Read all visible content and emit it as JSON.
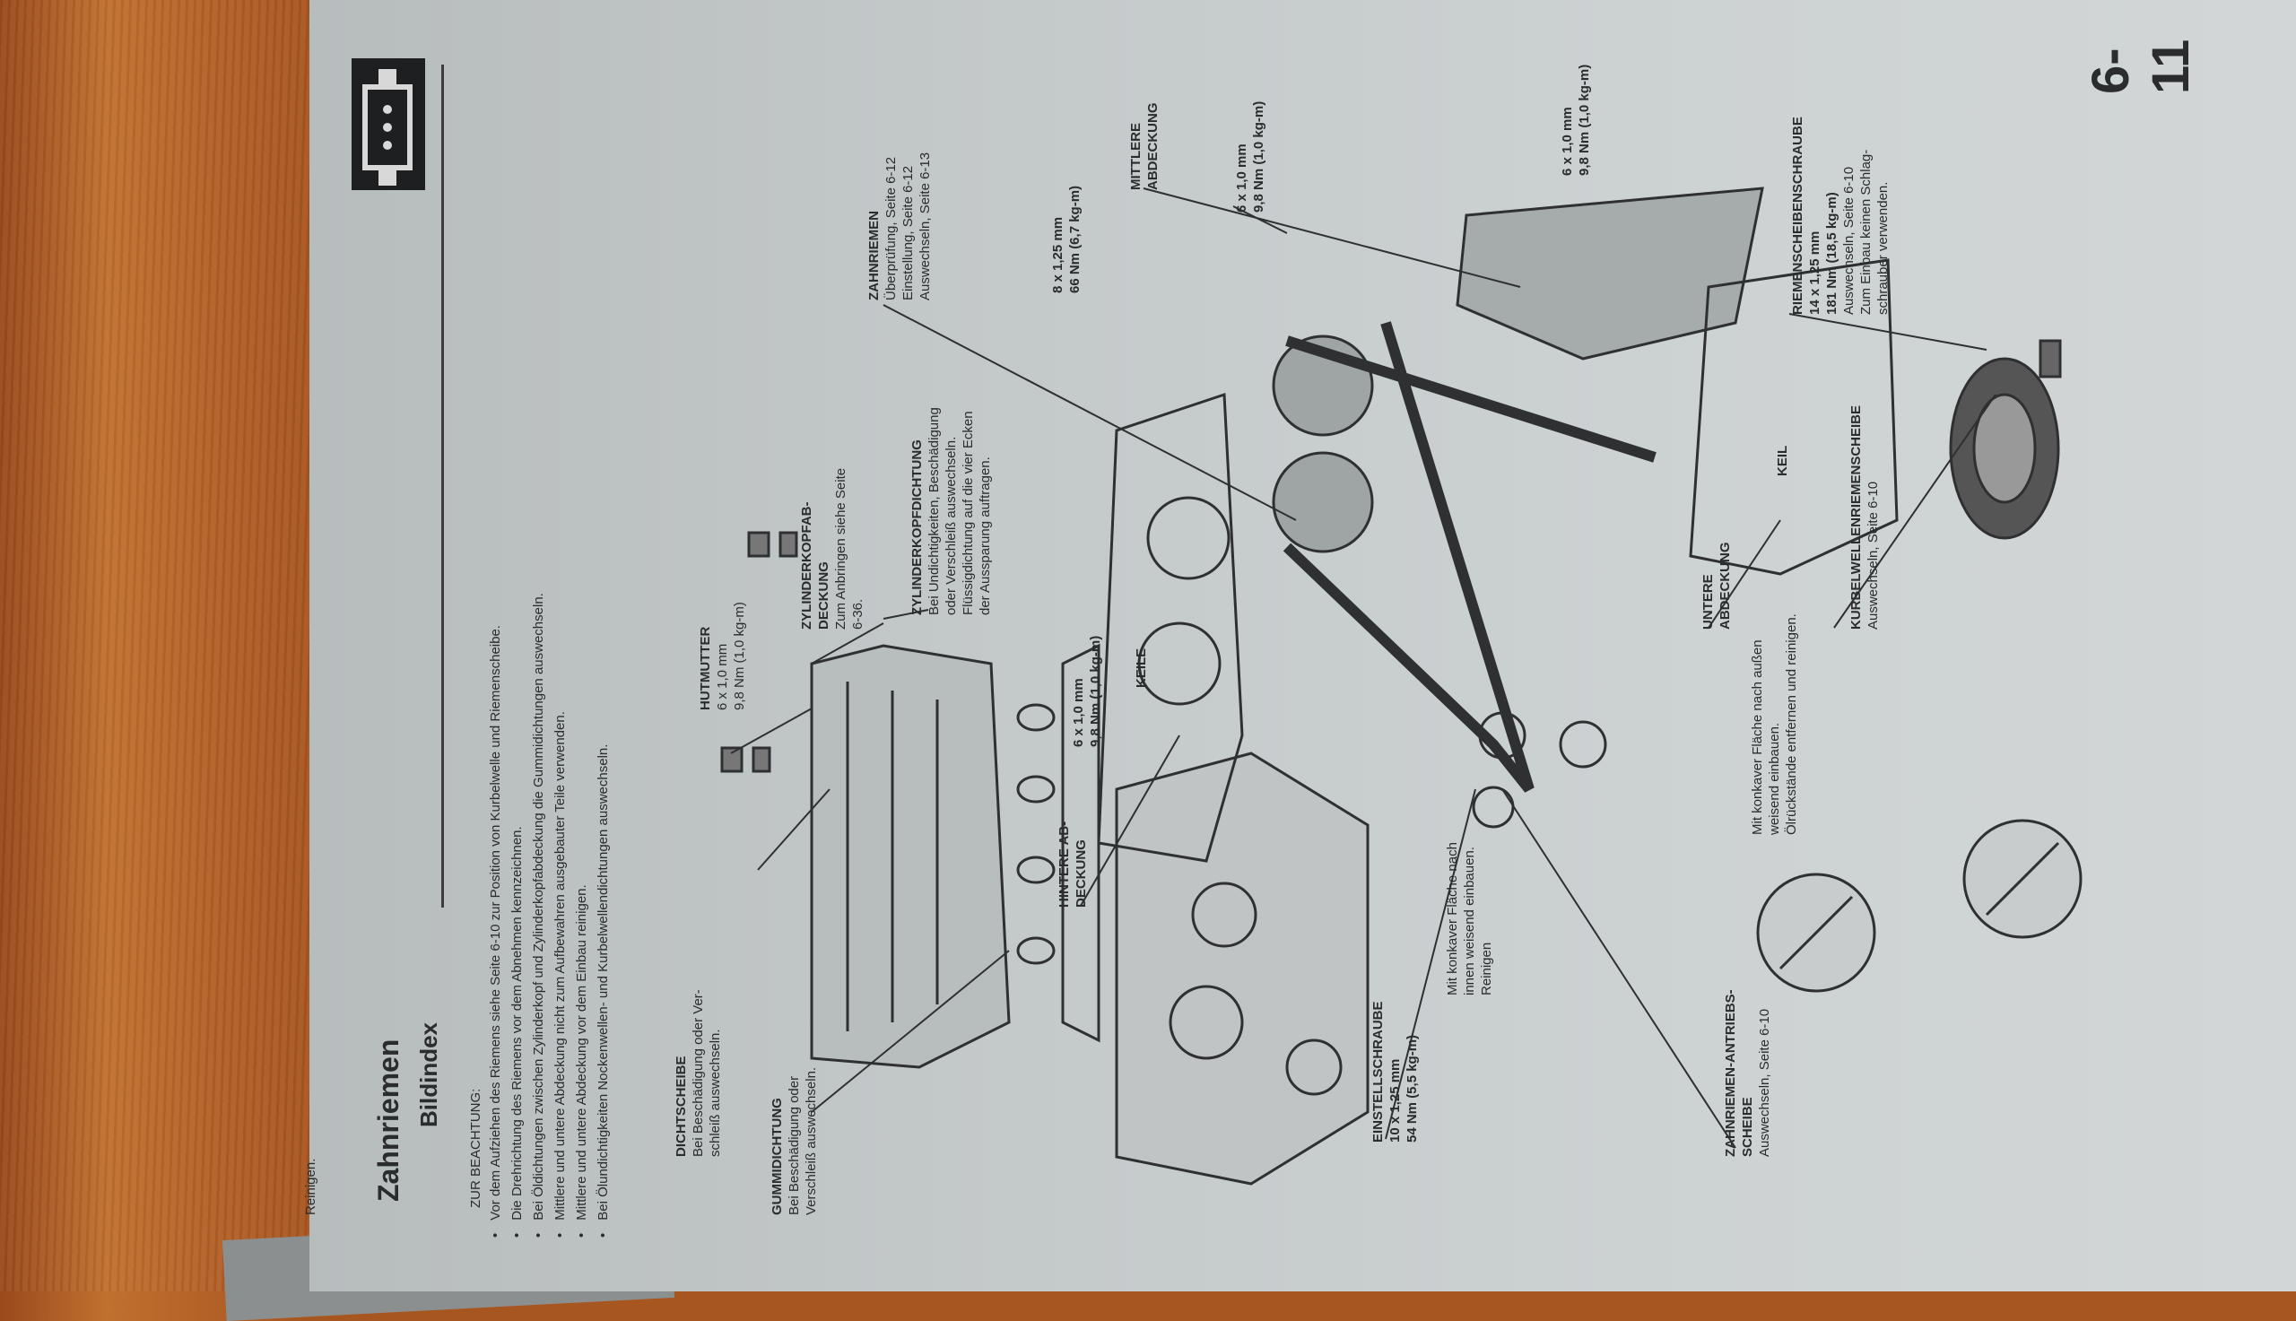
{
  "page": {
    "title": "Zahnriemen",
    "subtitle": "Bildindex",
    "page_number": "6-11",
    "icon": "engine-icon",
    "notice_heading": "ZUR BEACHTUNG:",
    "notices": [
      "Vor dem Aufziehen des Riemens siehe Seite 6-10 zur Position von Kurbelwelle und Riemenscheibe.",
      "Die Drehrichtung des Riemens vor dem Abnehmen kennzeichnen.",
      "Bei Öldichtungen zwischen Zylinderkopf und Zylinderkopfabdeckung die Gummidichtungen auswechseln.",
      "Mittlere und untere Abdeckung nicht zum Aufbewahren ausgebauter Teile verwenden.",
      "Mittlere und untere Abdeckung vor dem Einbau reinigen.",
      "Bei Ölundichtigkeiten Nockenwellen- und Kurbelwellendichtungen auswechseln."
    ]
  },
  "labels": {
    "dichtscheibe": {
      "head": "DICHTSCHEIBE",
      "lines": [
        "Bei Beschädigung oder Ver-",
        "schleiß auswechseln."
      ]
    },
    "gummidichtung": {
      "head": "GUMMIDICHTUNG",
      "lines": [
        "Bei Beschädigung oder",
        "Verschleiß auswechseln."
      ]
    },
    "hutmutter": {
      "head": "HUTMUTTER",
      "lines": [
        "6 x 1,0 mm",
        "9,8 Nm (1,0 kg-m)"
      ]
    },
    "zylinderkopfabdeckung": {
      "head1": "ZYLINDERKOPFAB-",
      "head2": "DECKUNG",
      "lines": [
        "Zum Anbringen siehe Seite",
        "6-36."
      ]
    },
    "zylinderkopfdichtung": {
      "head": "ZYLINDERKOPFDICHTUNG",
      "lines": [
        "Bei Undichtigkeiten, Beschädigung",
        "oder Verschleiß auswechseln.",
        "Flüssigdichtung auf die vier Ecken",
        "der Aussparung auftragen."
      ]
    },
    "zahnriemen": {
      "head": "ZAHNRIEMEN",
      "lines": [
        "Überprüfung, Seite 6-12",
        "Einstellung, Seite 6-12",
        "Auswechseln, Seite 6-13"
      ]
    },
    "bolt_8x125": {
      "lines": [
        "8 x 1,25 mm",
        "66 Nm (6,7 kg-m)"
      ]
    },
    "mittlere_abdeckung": {
      "head1": "MITTLERE",
      "head2": "ABDECKUNG"
    },
    "bolt_6x10_a": {
      "lines": [
        "6 x 1,0 mm",
        "9,8 Nm (1,0 kg-m)"
      ]
    },
    "bolt_6x10_b": {
      "lines": [
        "6 x 1,0 mm",
        "9,8 Nm (1,0 kg-m)"
      ]
    },
    "bolt_6x10_c": {
      "lines": [
        "6 x 1,0 mm",
        "9,8 Nm (1,0 kg-m)"
      ]
    },
    "keile": {
      "head": "KEILE"
    },
    "hintere_abdeckung": {
      "head1": "HINTERE AB-",
      "head2": "DECKUNG"
    },
    "einstellschraube": {
      "head": "EINSTELLSCHRAUBE",
      "lines": [
        "10 x 1,25 mm",
        "54 Nm (5,5 kg-m)"
      ]
    },
    "konkav_innen": {
      "lines": [
        "Mit konkaver Fläche nach",
        "innen weisend einbauen.",
        "Reinigen"
      ]
    },
    "reinigen": {
      "text": "Reinigen."
    },
    "antriebsscheibe": {
      "head1": "ZAHNRIEMEN-ANTRIEBS-",
      "head2": "SCHEIBE",
      "lines": [
        "Auswechseln, Seite 6-10"
      ]
    },
    "untere_abdeckung": {
      "head1": "UNTERE",
      "head2": "ABDECKUNG"
    },
    "konkav_aussen": {
      "lines": [
        "Mit konkaver Fläche nach außen",
        "weisend einbauen.",
        "Ölrückstände entfernen und reinigen."
      ]
    },
    "keil": {
      "head": "KEIL"
    },
    "kurbelwellenriemenscheibe": {
      "head": "KURBELWELLENRIEMENSCHEIBE",
      "lines": [
        "Auswechseln, Seite 6-10"
      ]
    },
    "riemenscheibenschraube": {
      "head": "RIEMENSCHEIBENSCHRAUBE",
      "lines": [
        "14 x 1,25 mm",
        "181 Nm (18,5 kg-m)",
        "Auswechseln, Seite 6-10",
        "Zum Einbau keinen Schlag-",
        "schrauber verwenden."
      ]
    }
  }
}
